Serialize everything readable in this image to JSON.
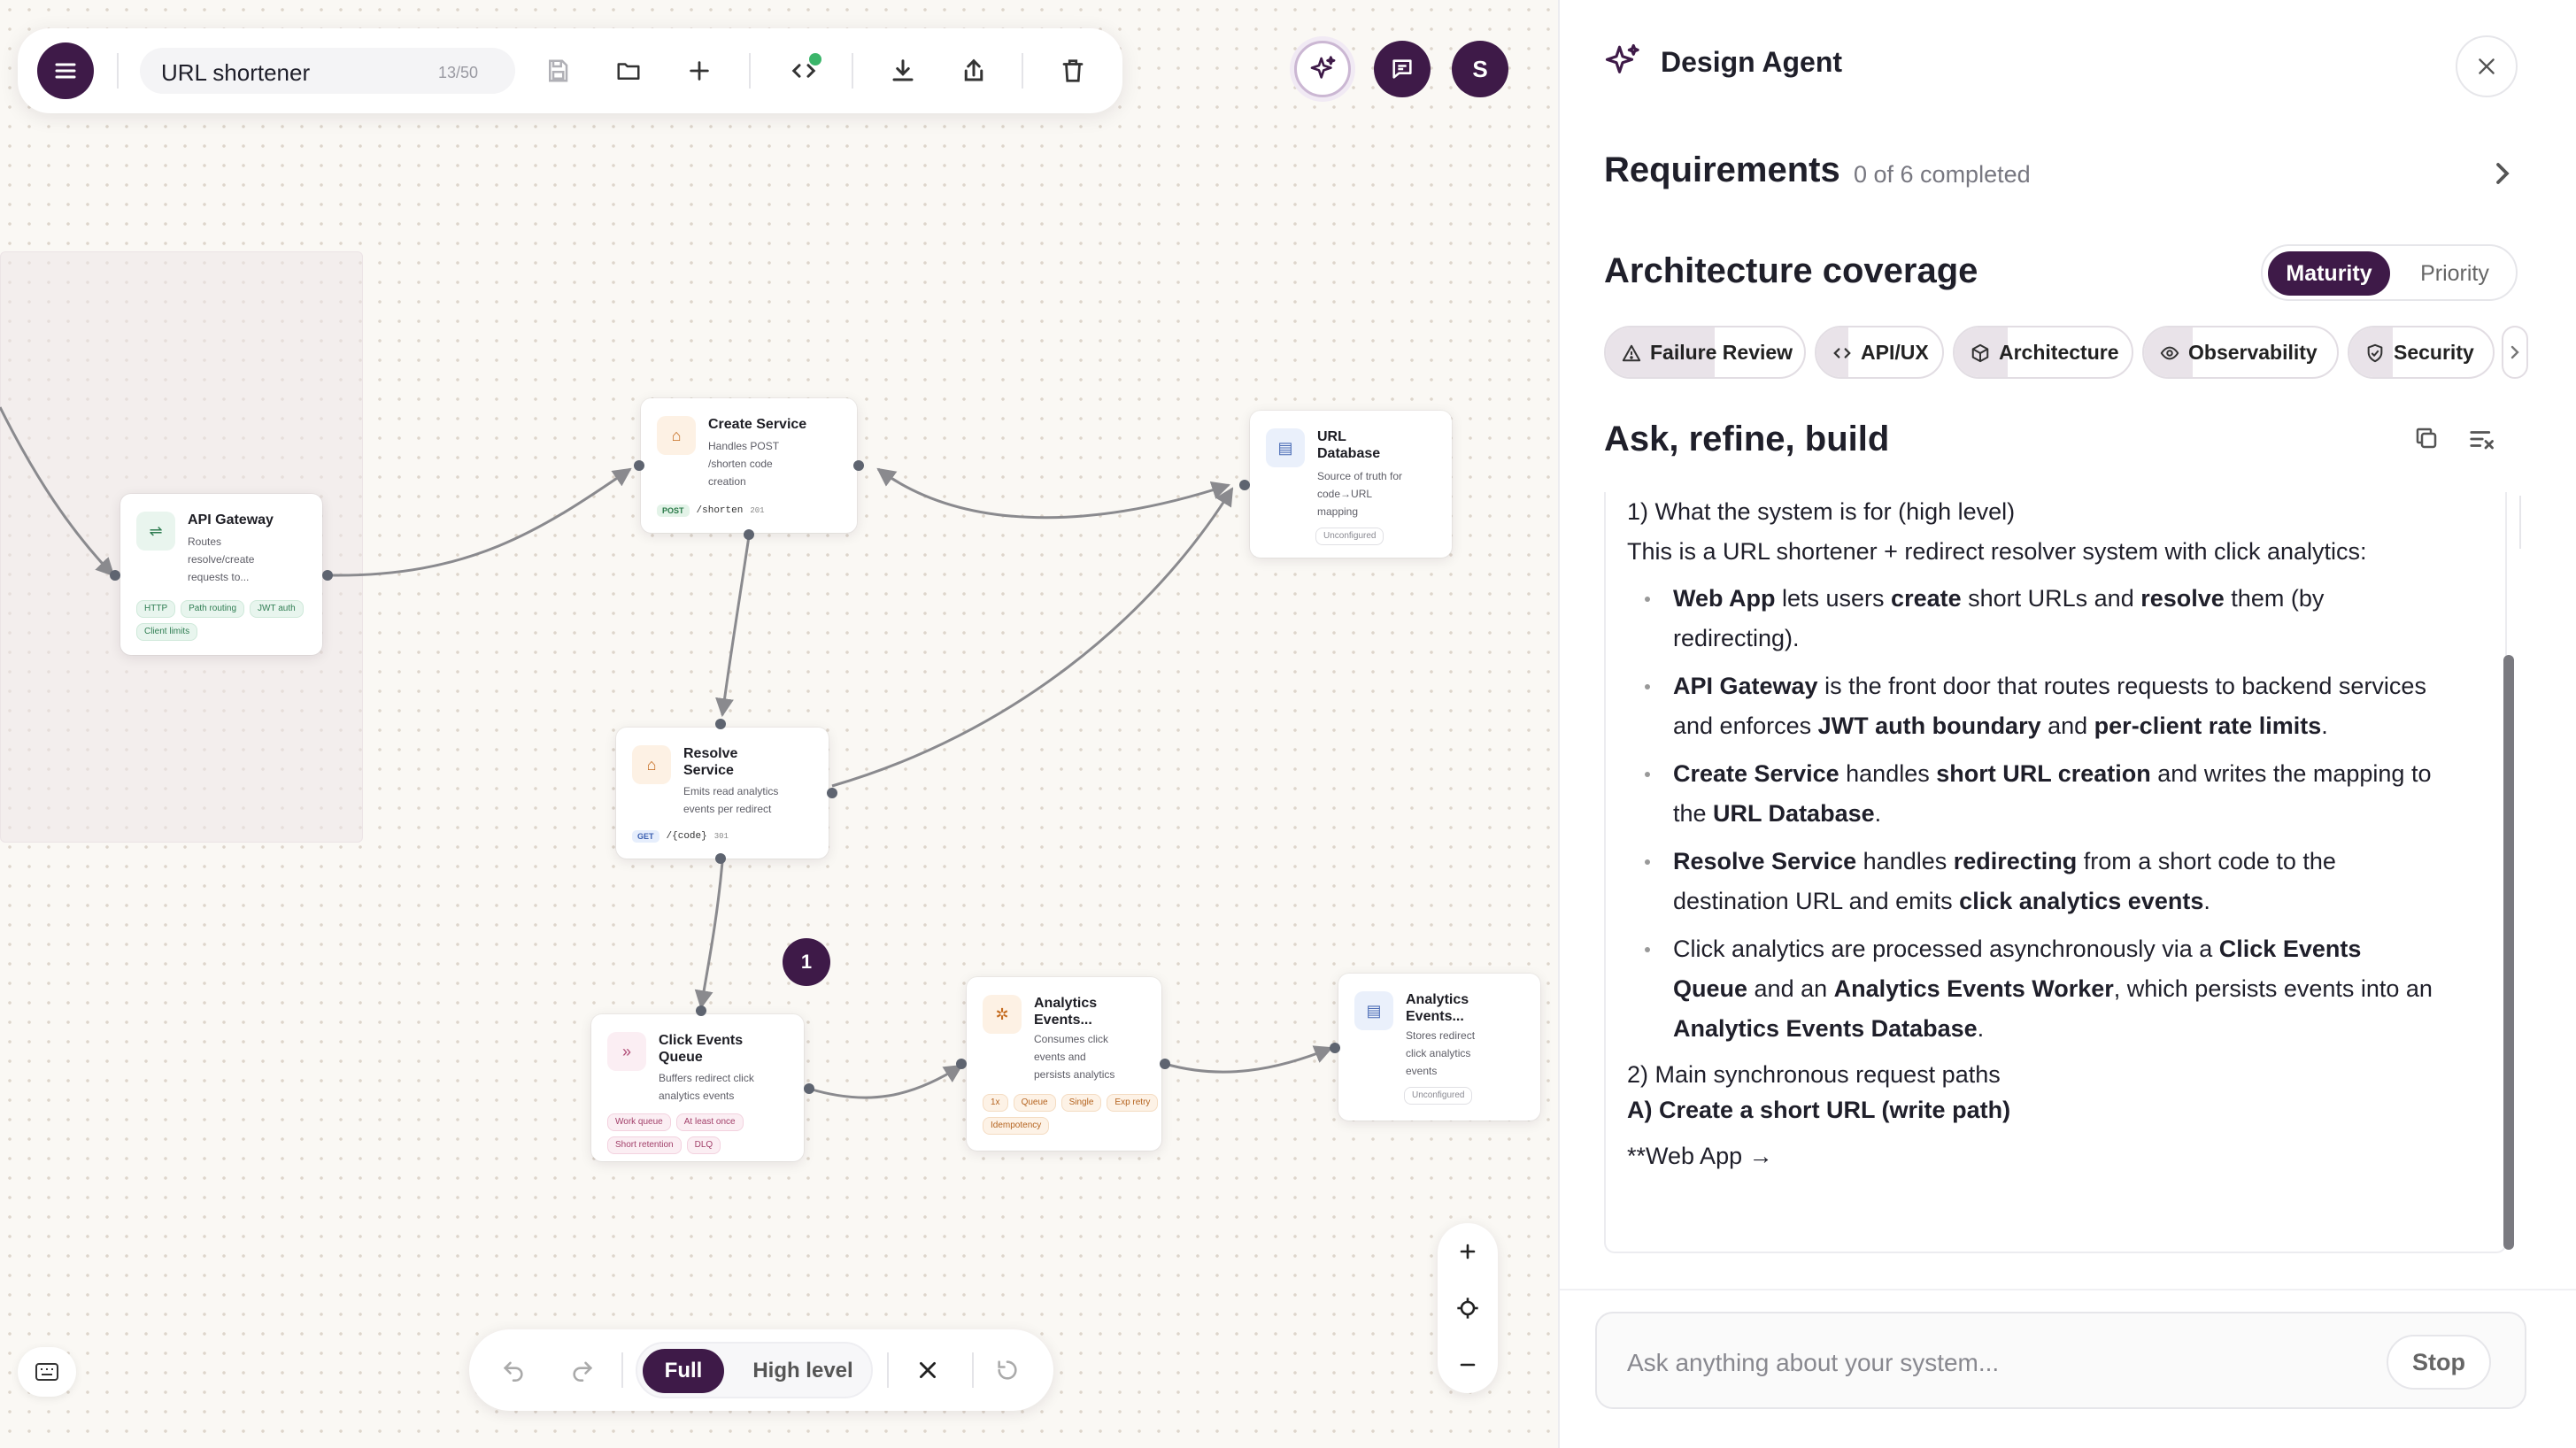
{
  "toolbar": {
    "title": "URL shortener",
    "count": "13/50"
  },
  "avatar_initial": "S",
  "nodes": {
    "api_gateway": {
      "title": "API Gateway",
      "desc": "Routes resolve/create requests to...",
      "tags": [
        "HTTP",
        "Path routing",
        "JWT auth",
        "Client limits"
      ]
    },
    "create_service": {
      "title": "Create Service",
      "desc": "Handles POST /shorten code creation",
      "method": "POST",
      "route": "/shorten",
      "code": "201"
    },
    "url_database": {
      "title": "URL Database",
      "desc": "Source of truth for code→URL mapping",
      "status": "Unconfigured"
    },
    "resolve_service": {
      "title": "Resolve Service",
      "desc": "Emits read analytics events per redirect",
      "method": "GET",
      "route": "/{code}",
      "code": "301"
    },
    "click_events_queue": {
      "title": "Click Events Queue",
      "desc": "Buffers redirect click analytics events",
      "tags": [
        "Work queue",
        "At least once",
        "Short retention",
        "DLQ"
      ]
    },
    "analytics_worker": {
      "title": "Analytics Events...",
      "desc": "Consumes click events and persists analytics",
      "tags": [
        "1x",
        "Queue",
        "Single",
        "Exp retry",
        "Idempotency"
      ]
    },
    "analytics_db": {
      "title": "Analytics Events...",
      "desc": "Stores redirect click analytics events",
      "status": "Unconfigured"
    }
  },
  "canvas": {
    "badge": "1",
    "view_full": "Full",
    "view_high": "High level"
  },
  "panel": {
    "title": "Design Agent",
    "requirements": {
      "label": "Requirements",
      "status": "0 of 6 completed"
    },
    "coverage": {
      "label": "Architecture coverage",
      "toggle": {
        "active": "Maturity",
        "inactive": "Priority"
      },
      "chips": [
        {
          "label": "Failure Review",
          "icon": "warning-icon",
          "fill": 0.55
        },
        {
          "label": "API/UX",
          "icon": "code-icon",
          "fill": 0.25
        },
        {
          "label": "Architecture",
          "icon": "cube-icon",
          "fill": 0.3
        },
        {
          "label": "Observability",
          "icon": "eye-icon",
          "fill": 0.25
        },
        {
          "label": "Security",
          "icon": "shield-icon",
          "fill": 0.3
        }
      ]
    },
    "ask": {
      "label": "Ask, refine, build"
    },
    "message": {
      "h1": "1) What the system is for (high level)",
      "intro": "This is a URL shortener + redirect resolver system with click analytics:",
      "b1": {
        "a": "Web App",
        "b": " lets users ",
        "c": "create",
        "d": " short URLs and ",
        "e": "resolve",
        "f": " them (by redirecting)."
      },
      "b2": {
        "a": "API Gateway",
        "b": " is the front door that routes requests to backend services and enforces ",
        "c": "JWT auth boundary",
        "d": " and ",
        "e": "per-client rate limits",
        "f": "."
      },
      "b3": {
        "a": "Create Service",
        "b": " handles ",
        "c": "short URL creation",
        "d": " and writes the mapping to the ",
        "e": "URL Database",
        "f": "."
      },
      "b4": {
        "a": "Resolve Service",
        "b": " handles ",
        "c": "redirecting",
        "d": " from a short code to the destination URL and emits ",
        "e": "click analytics events",
        "f": "."
      },
      "b5": {
        "a": "Click analytics are processed asynchronously via a ",
        "b": "Click Events Queue",
        "c": " and an ",
        "d": "Analytics Events Worker",
        "e": ", which persists events into an ",
        "f": "Analytics Events Database",
        "g": "."
      },
      "h2": "2) Main synchronous request paths",
      "h3": "A) Create a short URL (write path)",
      "tail": "**Web App →"
    },
    "composer": {
      "placeholder": "Ask anything about your system...",
      "stop": "Stop"
    }
  },
  "colors": {
    "brand": "#3e1a48",
    "canvas_bg": "#faf8f4",
    "edge": "#8a8a8e",
    "status_dot": "#3bb56a"
  }
}
